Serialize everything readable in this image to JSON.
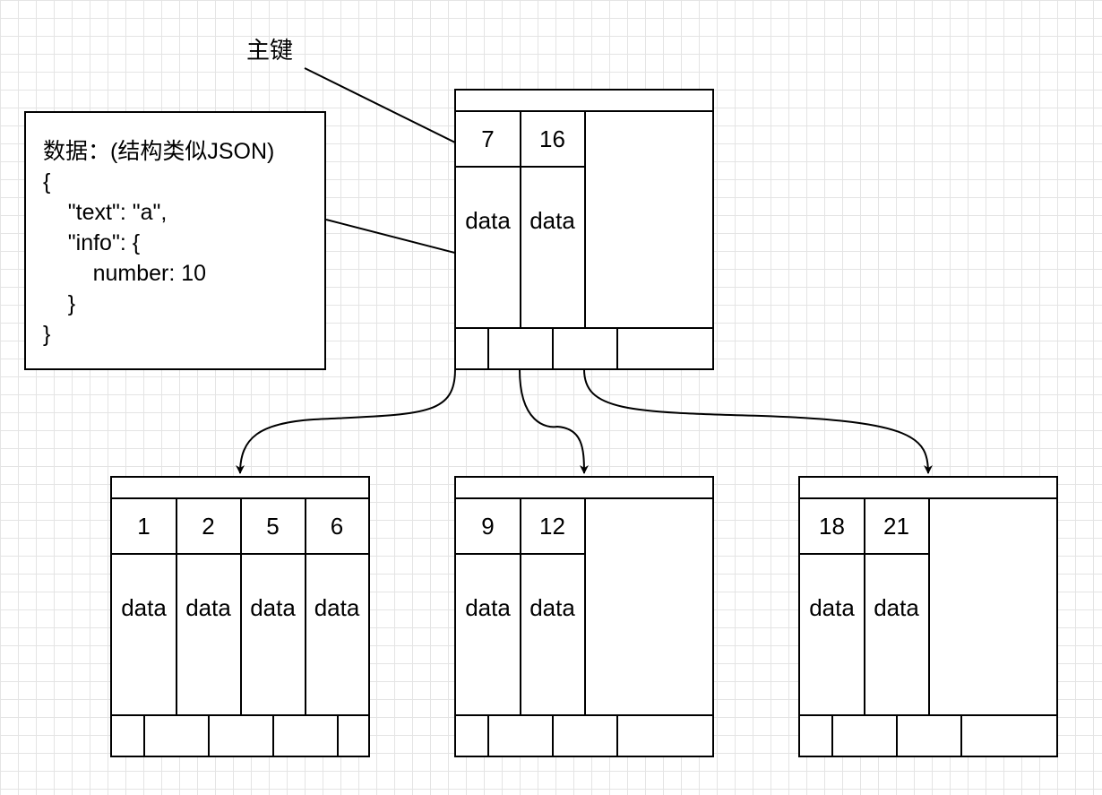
{
  "labels": {
    "primary_key": "主键"
  },
  "note": {
    "lines": [
      "数据：(结构类似JSON)",
      "{",
      "    \"text\": \"a\",",
      "    \"info\": {",
      "        number: 10",
      "    }",
      "}"
    ]
  },
  "data_label": "data",
  "tree": {
    "root": {
      "keys": [
        "7",
        "16"
      ],
      "key_slots": 2,
      "pointer_slots": 3
    },
    "children": [
      {
        "keys": [
          "1",
          "2",
          "5",
          "6"
        ],
        "key_slots": 4,
        "pointer_slots": 5
      },
      {
        "keys": [
          "9",
          "12"
        ],
        "key_slots": 2,
        "pointer_slots": 3
      },
      {
        "keys": [
          "18",
          "21"
        ],
        "key_slots": 2,
        "pointer_slots": 3
      }
    ]
  }
}
